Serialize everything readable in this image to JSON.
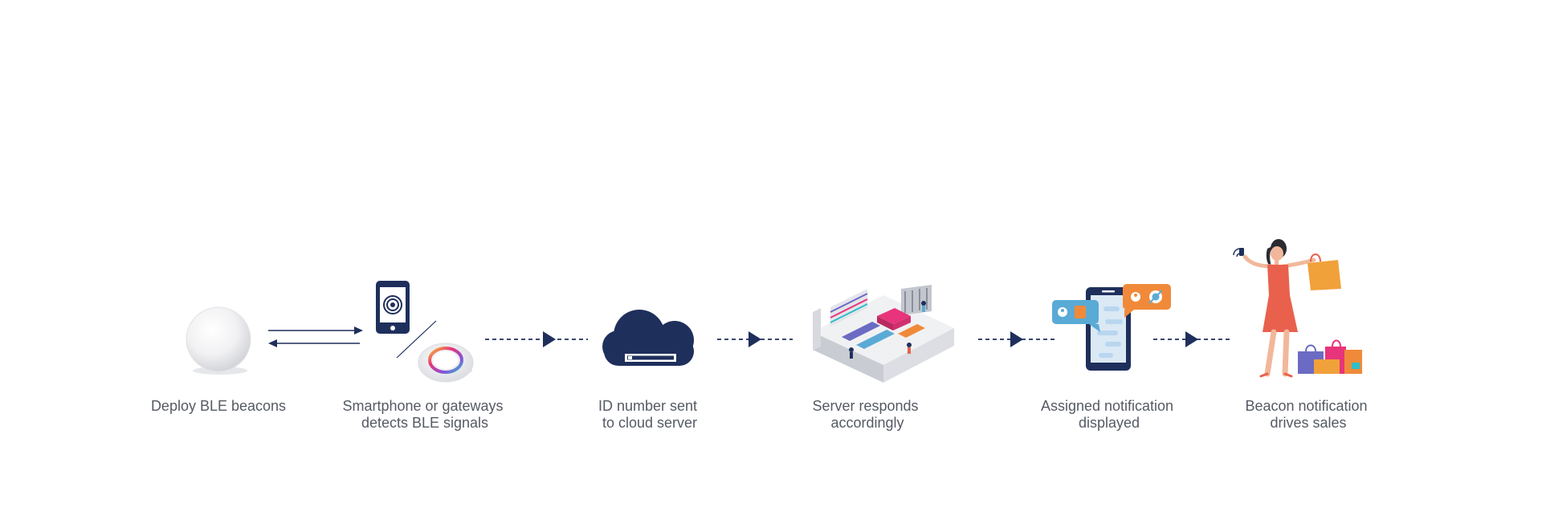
{
  "colors": {
    "navy": "#1f2f5c",
    "text": "#555a63",
    "orange": "#f08a3a",
    "coral": "#e9614d",
    "blue": "#5aaad6",
    "purple": "#6b6bc4",
    "pink": "#e8347a",
    "teal": "#2fbfc9",
    "skin": "#f2b79a"
  },
  "steps": [
    {
      "icon": "beacon-icon",
      "label_line1": "Deploy BLE beacons",
      "label_line2": ""
    },
    {
      "icon": "smartphone-gateway-icon",
      "label_line1": "Smartphone or gateways",
      "label_line2": "detects BLE signals"
    },
    {
      "icon": "cloud-server-icon",
      "label_line1": "ID number sent",
      "label_line2": "to cloud server"
    },
    {
      "icon": "store-server-icon",
      "label_line1": "Server responds",
      "label_line2": "accordingly"
    },
    {
      "icon": "phone-notification-icon",
      "label_line1": "Assigned notification",
      "label_line2": "displayed"
    },
    {
      "icon": "shopper-icon",
      "label_line1": "Beacon notification",
      "label_line2": "drives sales"
    }
  ]
}
